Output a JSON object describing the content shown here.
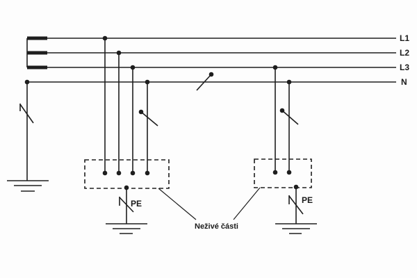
{
  "diagram": {
    "conductors": [
      "L1",
      "L2",
      "L3",
      "N"
    ],
    "pe_label": "PE",
    "exposed_parts_label": "Neživé části",
    "line_color": "#1e1e1e"
  }
}
